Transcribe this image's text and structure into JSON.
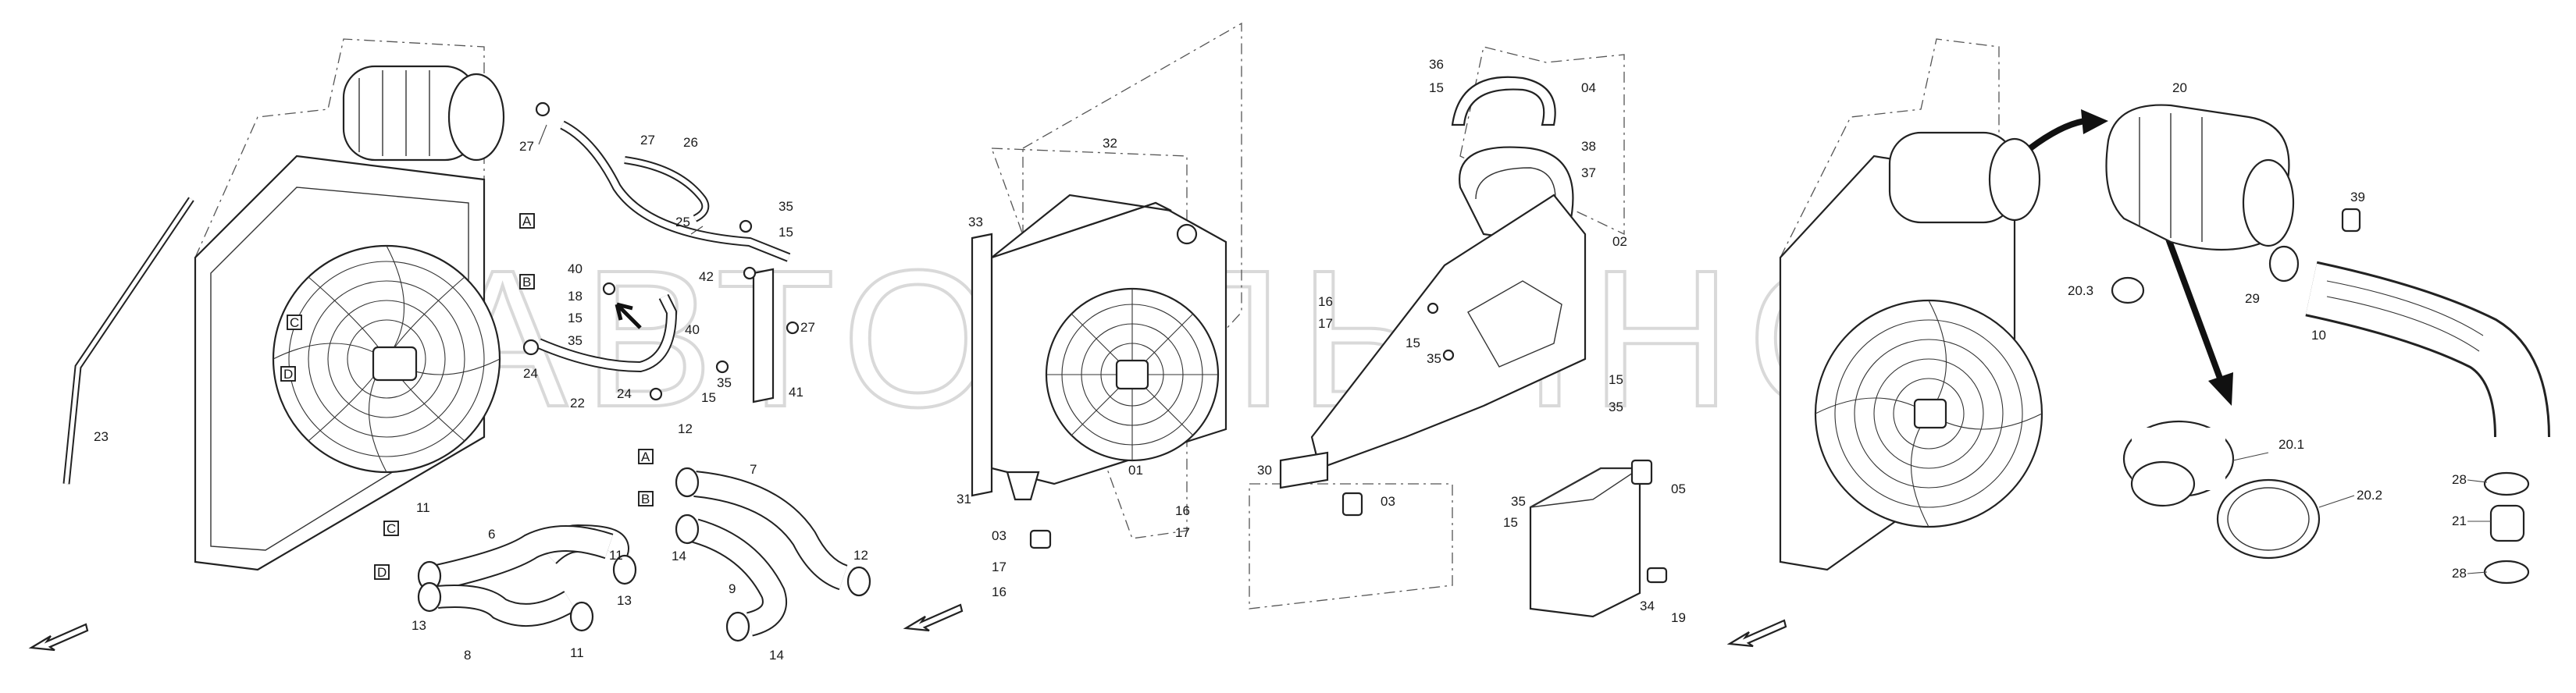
{
  "watermark": "АВТОАЛЬЯНС",
  "letters": [
    "A",
    "B",
    "C",
    "D"
  ],
  "parts": {
    "p01": "01",
    "p02": "02",
    "p03": "03",
    "p04": "04",
    "p05": "05",
    "p06": "6",
    "p07": "7",
    "p08": "8",
    "p09": "9",
    "p10": "10",
    "p11": "11",
    "p12": "12",
    "p13": "13",
    "p14": "14",
    "p15": "15",
    "p16": "16",
    "p17": "17",
    "p18": "18",
    "p19": "19",
    "p20": "20",
    "p20_1": "20.1",
    "p20_2": "20.2",
    "p20_3": "20.3",
    "p21": "21",
    "p22": "22",
    "p23": "23",
    "p24": "24",
    "p25": "25",
    "p26": "26",
    "p27": "27",
    "p28": "28",
    "p29": "29",
    "p30": "30",
    "p31": "31",
    "p32": "32",
    "p33": "33",
    "p34": "34",
    "p35": "35",
    "p36": "36",
    "p37": "37",
    "p38": "38",
    "p39": "39",
    "p40": "40",
    "p41": "41",
    "p42": "42"
  },
  "icons": {
    "front_arrow": "direction-arrow-icon",
    "flow_arrow": "flow-arrow-icon"
  }
}
